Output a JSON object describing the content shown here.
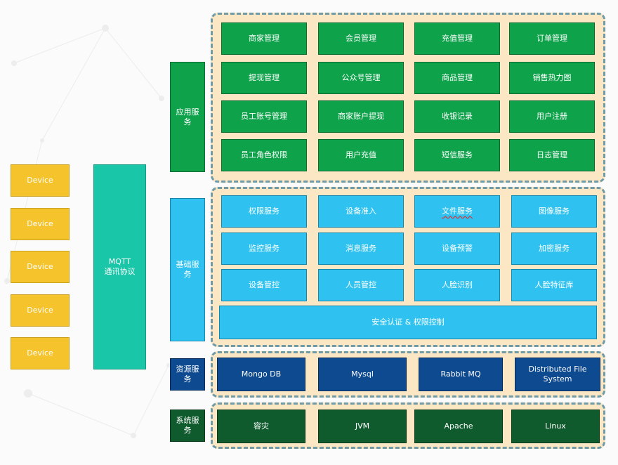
{
  "devices": [
    "Device",
    "Device",
    "Device",
    "Device",
    "Device"
  ],
  "mqtt": {
    "line1": "MQTT",
    "line2": "通讯协议"
  },
  "layers": {
    "app": "应用服务",
    "base": "基础服务",
    "resource": "资源服务",
    "system": "系统服务"
  },
  "app_services": [
    [
      "商家管理",
      "会员管理",
      "充值管理",
      "订单管理"
    ],
    [
      "提现管理",
      "公众号管理",
      "商品管理",
      "销售热力图"
    ],
    [
      "员工账号管理",
      "商家账户提现",
      "收银记录",
      "用户注册"
    ],
    [
      "员工角色权限",
      "用户充值",
      "短信服务",
      "日志管理"
    ]
  ],
  "base_services": [
    [
      "权限服务",
      "设备准入",
      "文件服务",
      "图像服务"
    ],
    [
      "监控服务",
      "消息服务",
      "设备预警",
      "加密服务"
    ],
    [
      "设备管控",
      "人员管控",
      "人脸识别",
      "人脸特征库"
    ]
  ],
  "security": "安全认证 & 权限控制",
  "resources": [
    "Mongo DB",
    "Mysql",
    "Rabbit MQ",
    "Distributed File System"
  ],
  "systems": [
    "容灾",
    "JVM",
    "Apache",
    "Linux"
  ],
  "colors": {
    "device": "#f5c32c",
    "mqtt": "#1ac6a8",
    "app": "#0ea24b",
    "base": "#2fc2f0",
    "resource": "#0e4a8f",
    "system": "#0f5b2e",
    "panel": "#fce7c4",
    "panel_border": "#6f9aa8"
  }
}
